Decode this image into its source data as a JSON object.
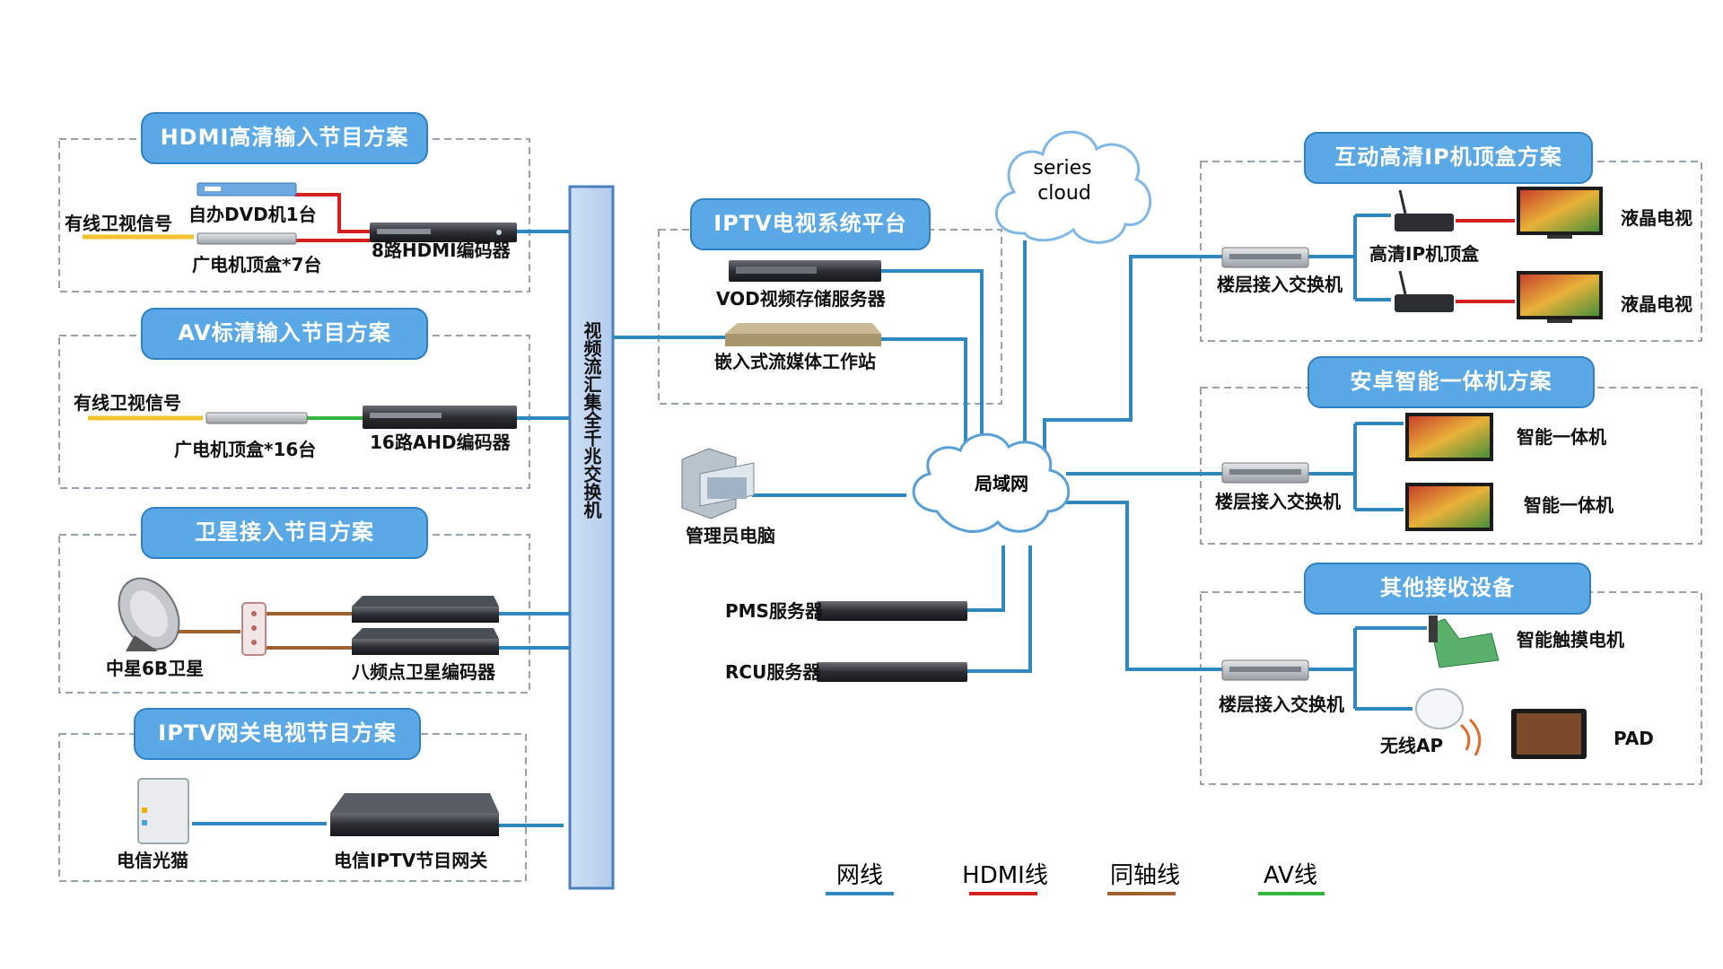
{
  "sections": {
    "hdmi": "HDMI高清输入节目方案",
    "av": "AV标清输入节目方案",
    "sat": "卫星接入节目方案",
    "gw": "IPTV网关电视节目方案",
    "platform": "IPTV电视系统平台",
    "stb": "互动高清IP机顶盒方案",
    "android": "安卓智能一体机方案",
    "other": "其他接收设备"
  },
  "labels": {
    "cable_sat_1": "有线卫视信号",
    "dvd": "自办DVD机1台",
    "stb7": "广电机顶盒*7台",
    "enc8": "8路HDMI编码器",
    "cable_sat_2": "有线卫视信号",
    "stb16": "广电机顶盒*16台",
    "enc16": "16路AHD编码器",
    "sat6b": "中星6B卫星",
    "enc_sat": "八频点卫星编码器",
    "modem": "电信光猫",
    "gateway": "电信IPTV节目网关",
    "switch_core": "视频流汇集全千兆交换机",
    "vod": "VOD视频存储服务器",
    "stream": "嵌入式流媒体工作站",
    "admin": "管理员电脑",
    "pms": "PMS服务器",
    "rcu": "RCU服务器",
    "cloud_series": "series",
    "cloud_cloud": "cloud",
    "lan": "局域网",
    "floor_sw1": "楼层接入交换机",
    "floor_sw2": "楼层接入交换机",
    "floor_sw3": "楼层接入交换机",
    "hd_stb": "高清IP机顶盒",
    "lcd1": "液晶电视",
    "lcd2": "液晶电视",
    "smart1": "智能一体机",
    "smart2": "智能一体机",
    "touch": "智能触摸电机",
    "ap": "无线AP",
    "pad": "PAD"
  },
  "legend": {
    "net": "网线",
    "hdmi": "HDMI线",
    "coax": "同轴线",
    "av": "AV线"
  },
  "colors": {
    "net": "#2f88c0",
    "hdmi": "#d62020",
    "coax": "#a0622d",
    "av": "#33b540",
    "pill": "#5aa9e6"
  }
}
